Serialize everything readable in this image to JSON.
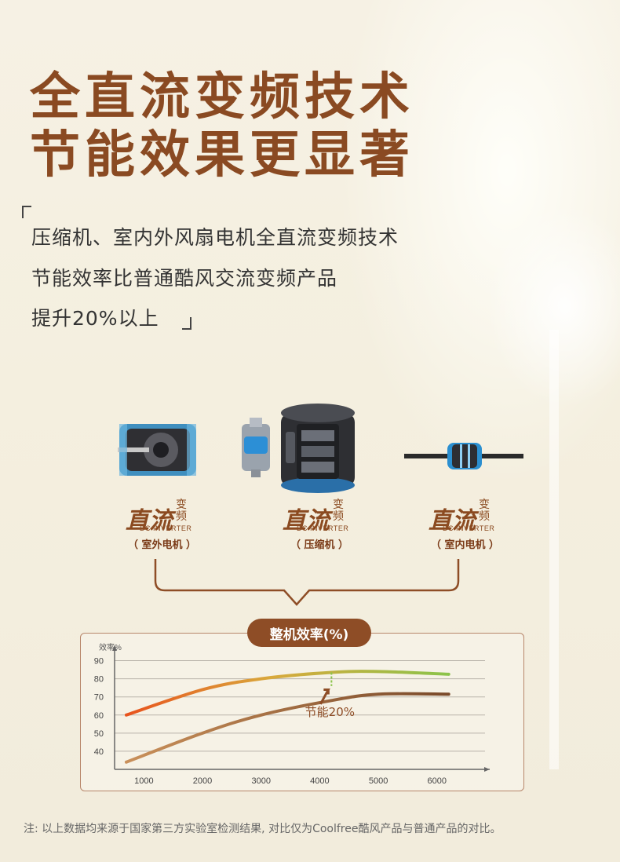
{
  "title": {
    "line1": "全直流变频技术",
    "line2": "节能效果更显著"
  },
  "description": {
    "line1": "压缩机、室内外风扇电机全直流变频技术",
    "line2": "节能效率比普通酷风交流变频产品",
    "line3": "提升20%以上"
  },
  "badge": {
    "zhiliu": "直流",
    "bianpin": "变频",
    "dc_inverter": "DC INVERTER"
  },
  "products": [
    {
      "caption": "（ 室外电机 ）"
    },
    {
      "caption": "（ 压缩机 ）"
    },
    {
      "caption": "（ 室内电机 ）"
    }
  ],
  "chart_title": "整机效率(%)",
  "chart_data": {
    "type": "line",
    "title": "整机效率(%)",
    "ylabel": "效率%",
    "xlabel": "",
    "x_ticks": [
      1000,
      2000,
      3000,
      4000,
      5000,
      6000
    ],
    "y_ticks": [
      40,
      50,
      60,
      70,
      80,
      90
    ],
    "xlim": [
      500,
      6900
    ],
    "ylim": [
      30,
      95
    ],
    "series": [
      {
        "name": "",
        "color": "#8bc34a",
        "start_color": "#e8531d",
        "points": [
          [
            700,
            60
          ],
          [
            2000,
            74
          ],
          [
            3000,
            80
          ],
          [
            4200,
            83.5
          ],
          [
            5000,
            84
          ],
          [
            6200,
            82.5
          ]
        ]
      },
      {
        "name": "",
        "color": "#8a5a34",
        "start_color": "#c9905a",
        "points": [
          [
            700,
            34
          ],
          [
            2000,
            50
          ],
          [
            3000,
            60
          ],
          [
            4200,
            68
          ],
          [
            5000,
            71.5
          ],
          [
            6200,
            71.5
          ]
        ]
      }
    ],
    "annotation": "节能20%",
    "grid": true
  },
  "footnote": "注: 以上数据均来源于国家第三方实验室检测结果, 对比仅为Coolfree酷风产品与普通产品的对比。",
  "colors": {
    "brown": "#8e4d26",
    "title": "#8a4a22",
    "green": "#8bc34a",
    "orange": "#e8531d"
  }
}
